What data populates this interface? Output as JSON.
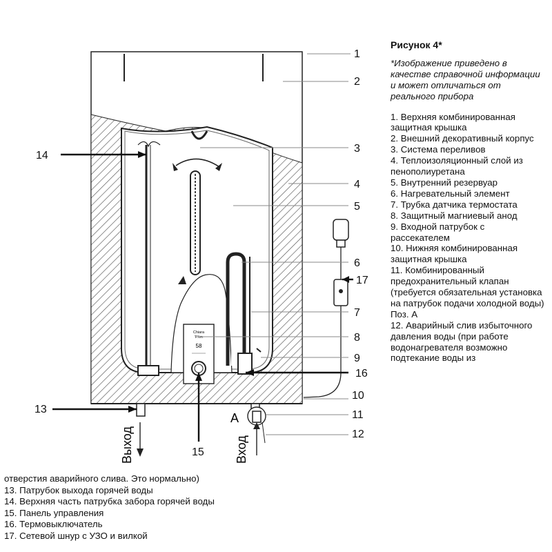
{
  "figure": {
    "title": "Рисунок 4*",
    "note": "*Изображение приведено в качестве справочной информации и может отличаться от реального прибора"
  },
  "callouts": [
    "1",
    "2",
    "3",
    "4",
    "5",
    "6",
    "7",
    "8",
    "9",
    "10",
    "11",
    "12",
    "13",
    "14",
    "15",
    "16",
    "17"
  ],
  "inlet_marker": "А",
  "outlet_label": "Выход",
  "inlet_label": "Вход",
  "panel": {
    "brand": "Chiara",
    "model": "'P/im",
    "display": "58"
  },
  "legend": [
    "1. Верхняя комбинированная защитная крышка",
    "2. Внешний декоративный корпус",
    "3. Система переливов",
    "4. Теплоизоляционный слой из пенополиуретана",
    "5. Внутренний резервуар",
    "6. Нагревательный элемент",
    "7. Трубка датчика термостата",
    "8. Защитный магниевый анод",
    "9. Входной патрубок с рассекателем",
    "10. Нижняя комбинированная защитная крышка",
    "11. Комбинированный предохранительный клапан (требуется обязательная установка на патрубок подачи холодной воды) Поз. А",
    "12. Аварийный слив избыточного давления воды (при работе водонагревателя возможно подтекание воды из"
  ],
  "legend_continued": [
    "отверстия аварийного слива. Это нормально)",
    "13. Патрубок выхода горячей воды",
    "14. Верхняя часть патрубка забора горячей воды",
    "15. Панель управления",
    "16. Термовыключатель",
    "17. Сетевой шнур с УЗО и вилкой"
  ]
}
